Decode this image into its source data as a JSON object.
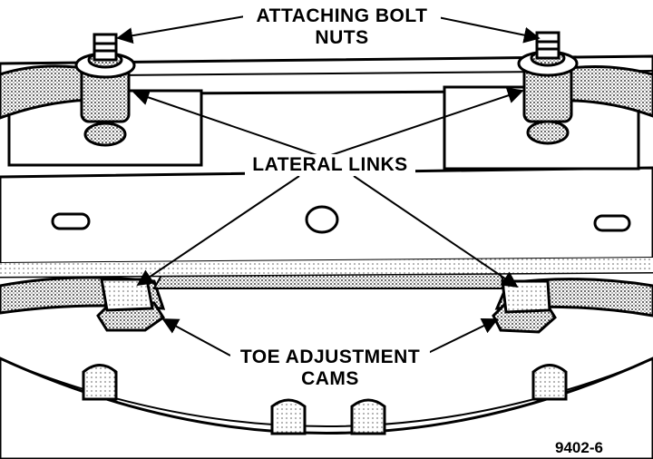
{
  "callouts": {
    "attaching_bolt_nuts": {
      "line1": "ATTACHING BOLT",
      "line2": "NUTS"
    },
    "lateral_links": {
      "line1": "LATERAL LINKS"
    },
    "toe_adjustment_cams": {
      "line1": "TOE ADJUSTMENT",
      "line2": "CAMS"
    }
  },
  "figure_number": "9402-6",
  "colors": {
    "ink": "#000000",
    "paper": "#ffffff",
    "shade": "#b8b8b8"
  }
}
